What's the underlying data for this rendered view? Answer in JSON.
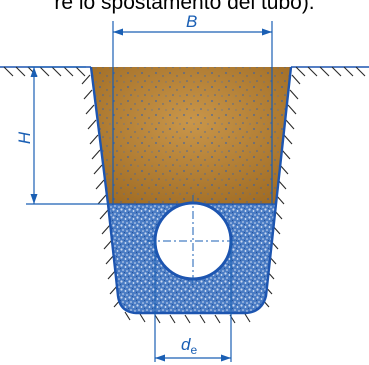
{
  "caption": "re lo spostamento del tubo).",
  "labels": {
    "width": "B",
    "height": "H",
    "diameter_symbol": "d",
    "diameter_subscript": "e"
  },
  "colors": {
    "backfill_soil": "#b07a2e",
    "bedding_gravel": "#4a7cc4",
    "dimension_lines": "#1a5fb4",
    "trench_outline": "#1d55b0",
    "hatching": "#2a2a2a",
    "pipe": "#ffffff"
  },
  "icons": {
    "trench": "trench-section-icon",
    "pipe": "pipe-cross-section-icon"
  }
}
